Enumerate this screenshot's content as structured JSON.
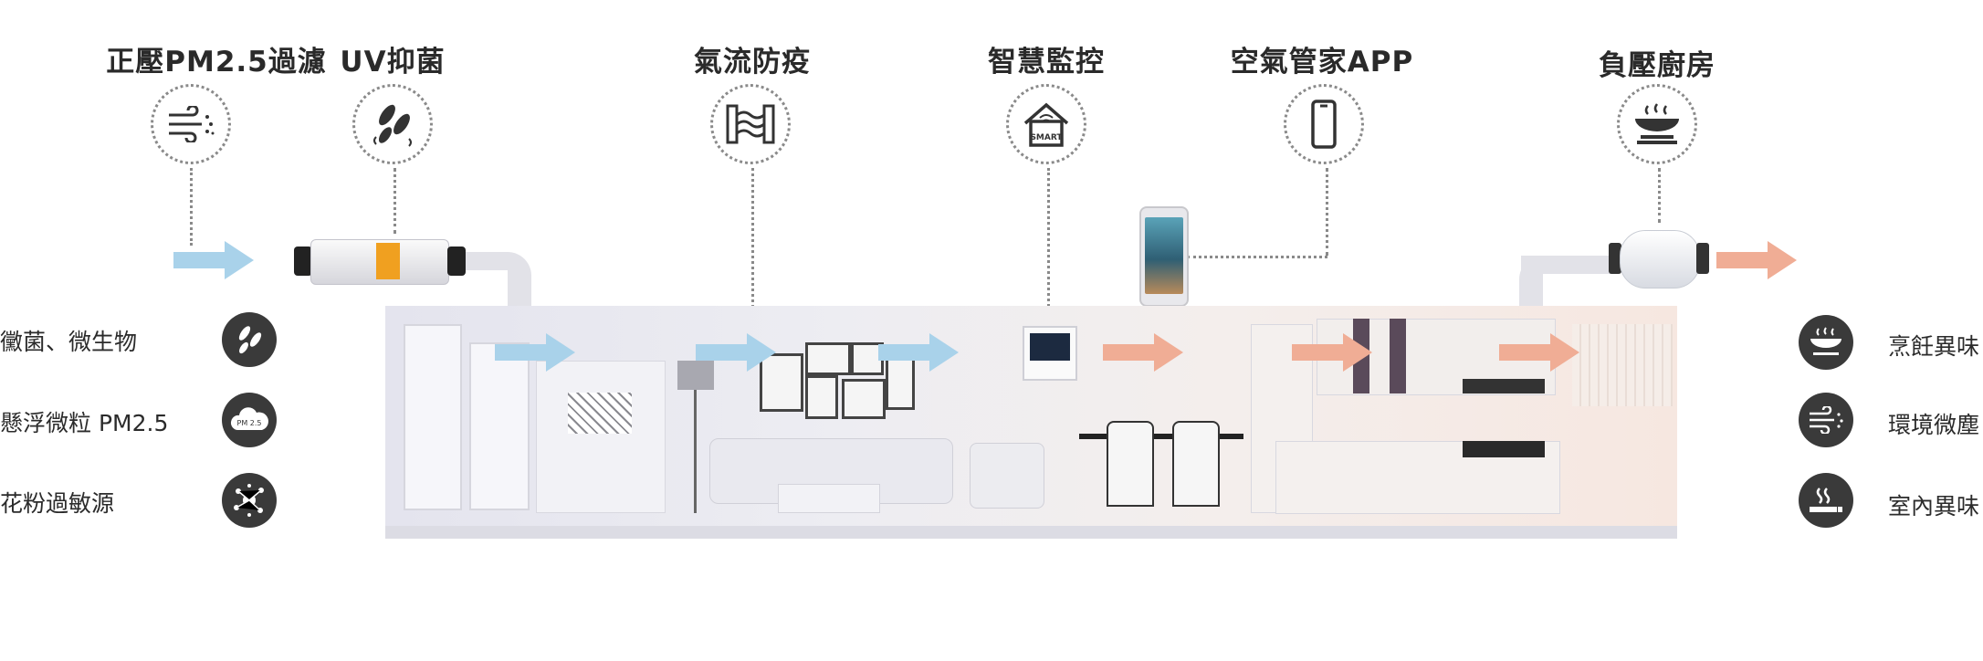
{
  "features": [
    {
      "id": "pm25",
      "title": "正壓PM2.5過濾",
      "icon": "wind-filter-icon"
    },
    {
      "id": "uv",
      "title": "UV抑菌",
      "icon": "bacteria-icon"
    },
    {
      "id": "airflow",
      "title": "氣流防疫",
      "icon": "airflow-icon"
    },
    {
      "id": "smart",
      "title": "智慧監控",
      "icon": "smart-home-icon",
      "icon_text": "SMART"
    },
    {
      "id": "app",
      "title": "空氣管家APP",
      "icon": "smartphone-icon"
    },
    {
      "id": "kitchen",
      "title": "負壓廚房",
      "icon": "cooking-pot-icon"
    }
  ],
  "left_list": [
    {
      "label": "黴菌、微生物",
      "icon": "bacteria-icon"
    },
    {
      "label": "懸浮微粒 PM2.5",
      "icon": "pm25-cloud-icon",
      "icon_text": "PM 2.5"
    },
    {
      "label": "花粉過敏源",
      "icon": "pollen-icon"
    }
  ],
  "right_list": [
    {
      "label": "烹飪異味",
      "icon": "cooking-pot-icon"
    },
    {
      "label": "環境微塵",
      "icon": "dust-wind-icon"
    },
    {
      "label": "室內異味",
      "icon": "cigarette-smoke-icon"
    }
  ],
  "colors": {
    "arrow_in": "#a9d2ea",
    "arrow_out": "#f0ad95",
    "icon_dark": "#3a3a3a",
    "dotted": "#8a8a8a"
  }
}
